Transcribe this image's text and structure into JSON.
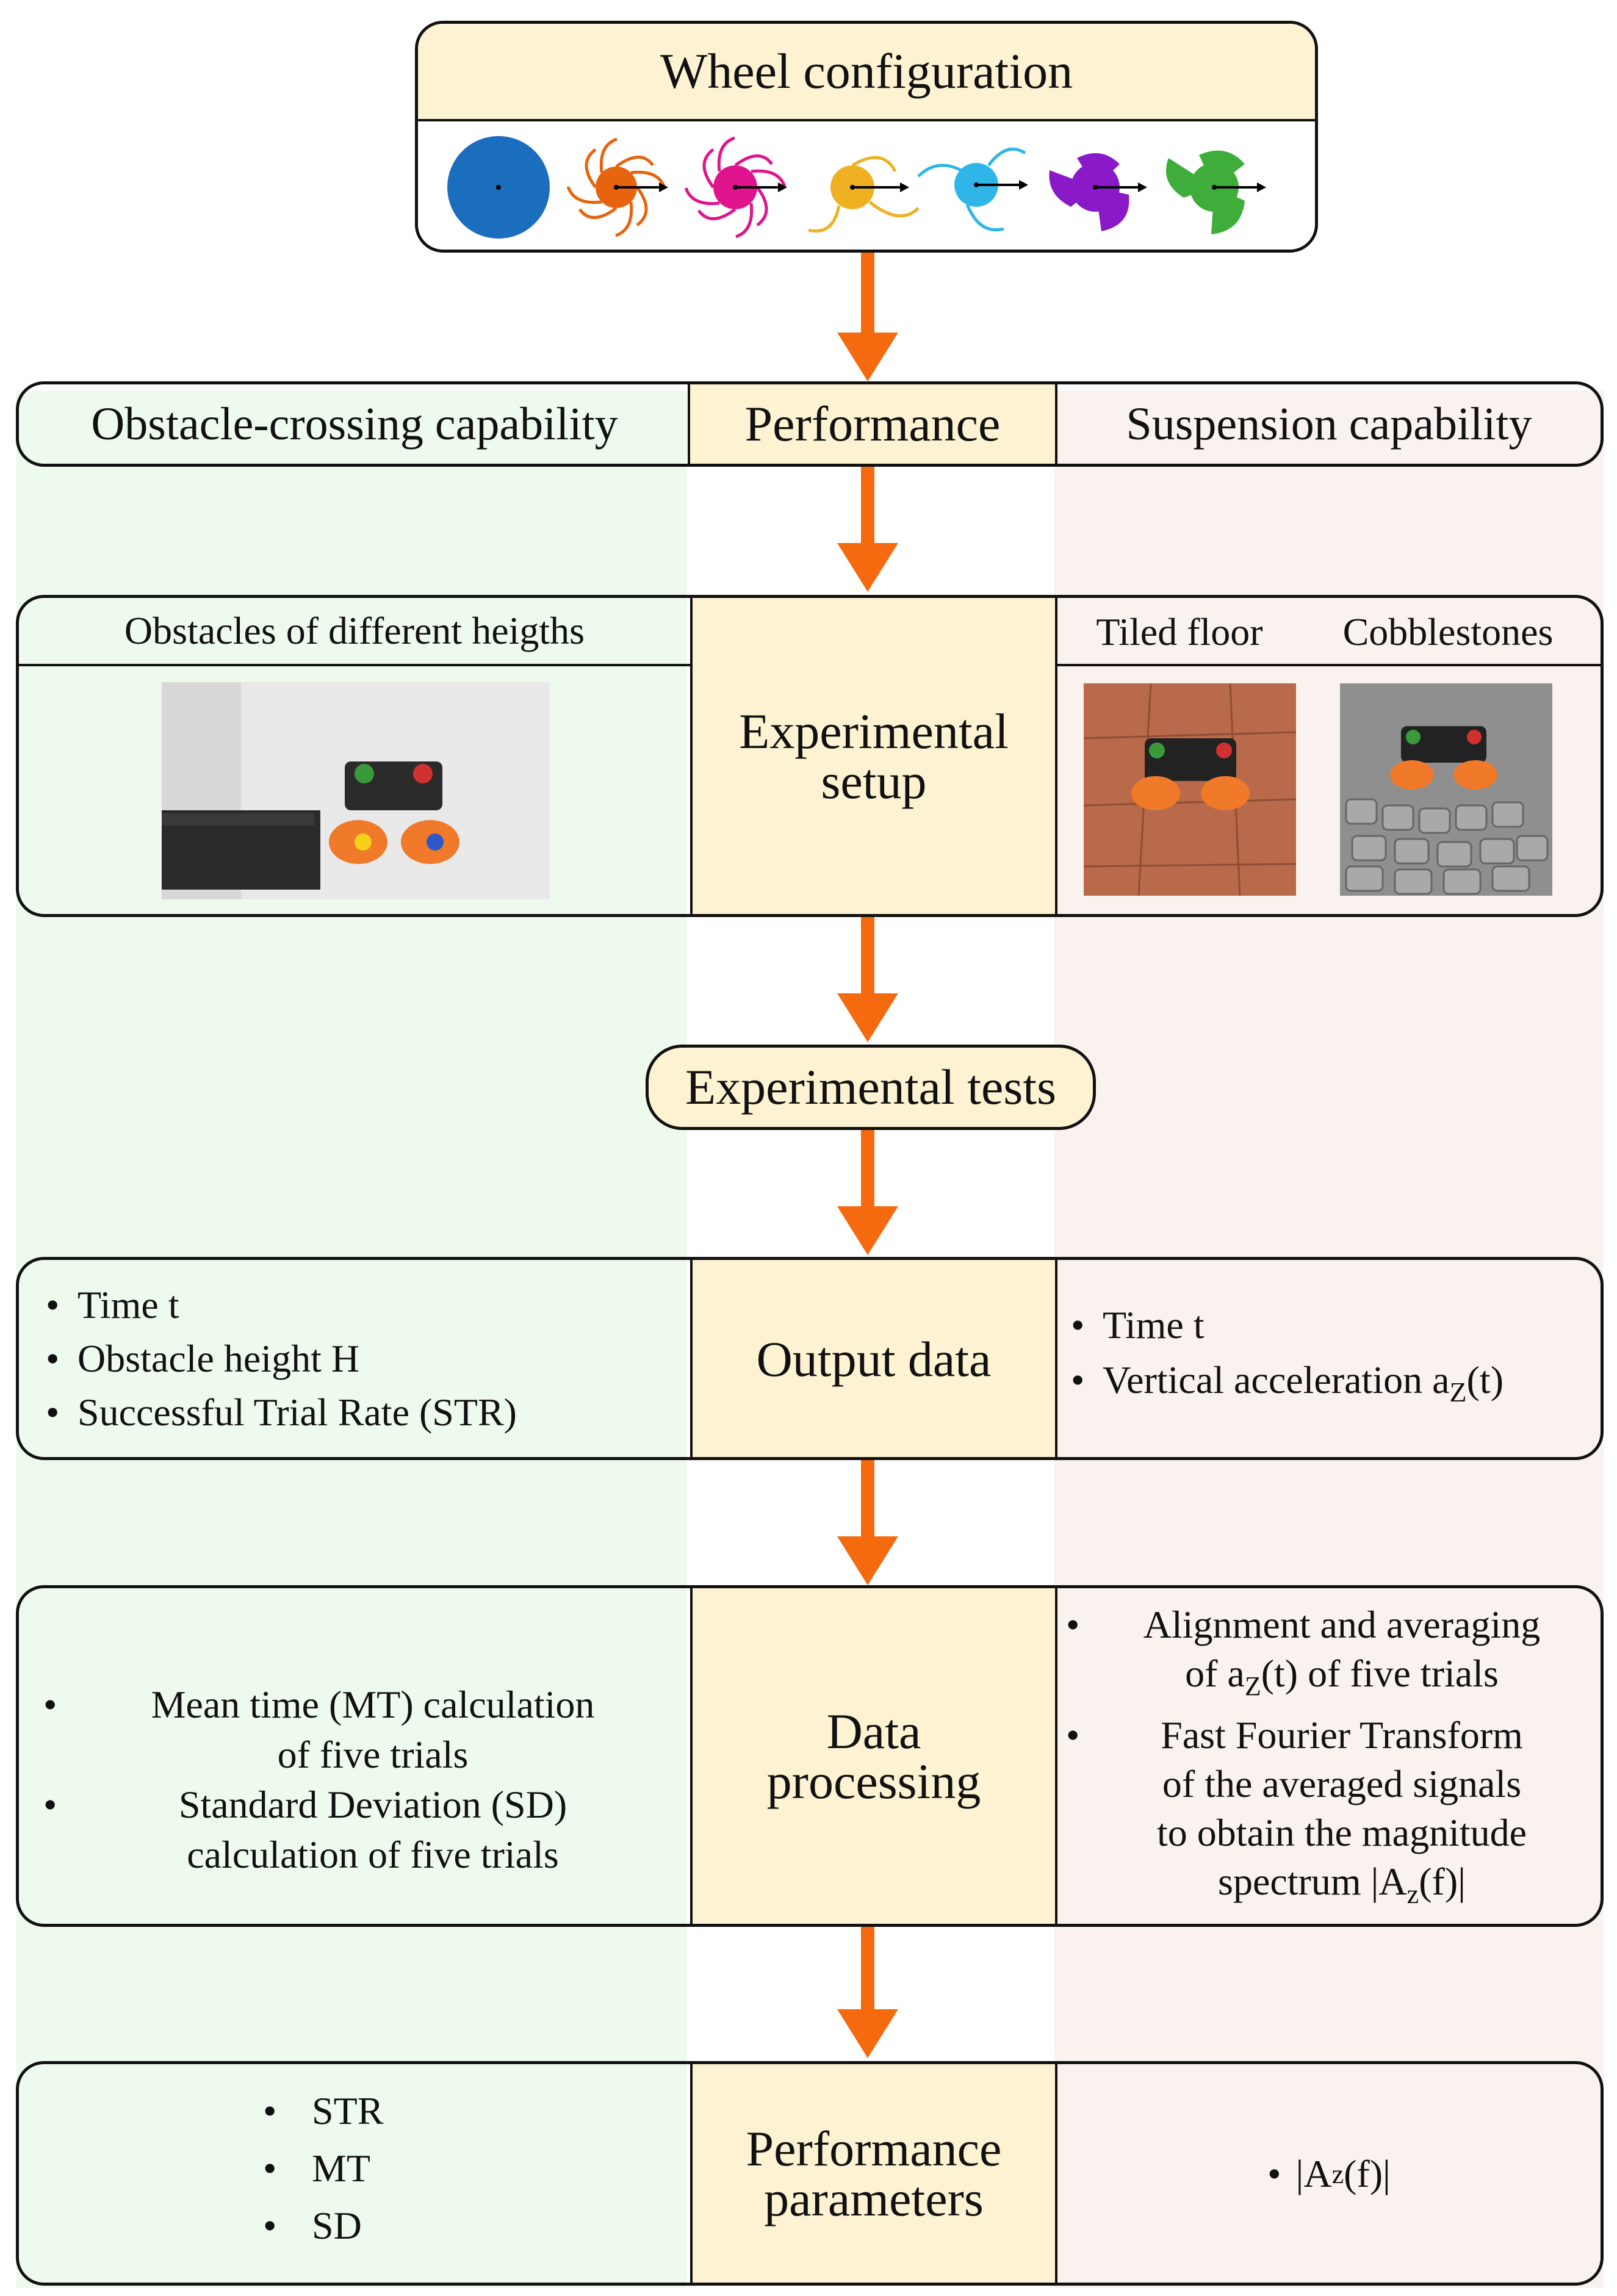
{
  "wheel": {
    "title": "Wheel configuration",
    "colors": [
      "#1a6ebd",
      "#e8630e",
      "#e0148c",
      "#efb121",
      "#2fb5e8",
      "#8a19c8",
      "#3fad3a"
    ]
  },
  "row1": {
    "left": "Obstacle-crossing capability",
    "center": "Performance",
    "right": "Suspension capability"
  },
  "row2": {
    "left_title": "Obstacles of different heigths",
    "center_line1": "Experimental",
    "center_line2": "setup",
    "right_title_a": "Tiled floor",
    "right_title_b": "Cobblestones"
  },
  "tests": {
    "label": "Experimental tests"
  },
  "row3": {
    "left_items": [
      "Time t",
      "Obstacle height H",
      "Successful Trial Rate (STR)"
    ],
    "center": "Output data",
    "right_item1": "Time t",
    "right_item2_text": "Vertical acceleration a",
    "right_item2_sub": "Z",
    "right_item2_tail": "(t)"
  },
  "row4": {
    "left_item1_a": "Mean time (MT) calculation",
    "left_item1_b": "of five trials",
    "left_item2_a": "Standard Deviation (SD)",
    "left_item2_b": "calculation of five trials",
    "center_line1": "Data",
    "center_line2": "processing",
    "right_item1_a": "Alignment and averaging",
    "right_item1_b_pre": "of a",
    "right_item1_b_sub": "Z",
    "right_item1_b_post": "(t) of five trials",
    "right_item2_a": "Fast Fourier Transform",
    "right_item2_b": "of the averaged signals",
    "right_item2_c": "to obtain the magnitude",
    "right_item2_d_pre": "spectrum |A",
    "right_item2_d_sub": "z",
    "right_item2_d_post": "(f)|"
  },
  "row5": {
    "left_items": [
      "STR",
      "MT",
      "SD"
    ],
    "center_line1": "Performance",
    "center_line2": "parameters",
    "right_pre": "|A",
    "right_sub": "z",
    "right_post": "(f)|"
  },
  "accent_color": "#f56a0f",
  "panel_color": "#fdf3d2"
}
